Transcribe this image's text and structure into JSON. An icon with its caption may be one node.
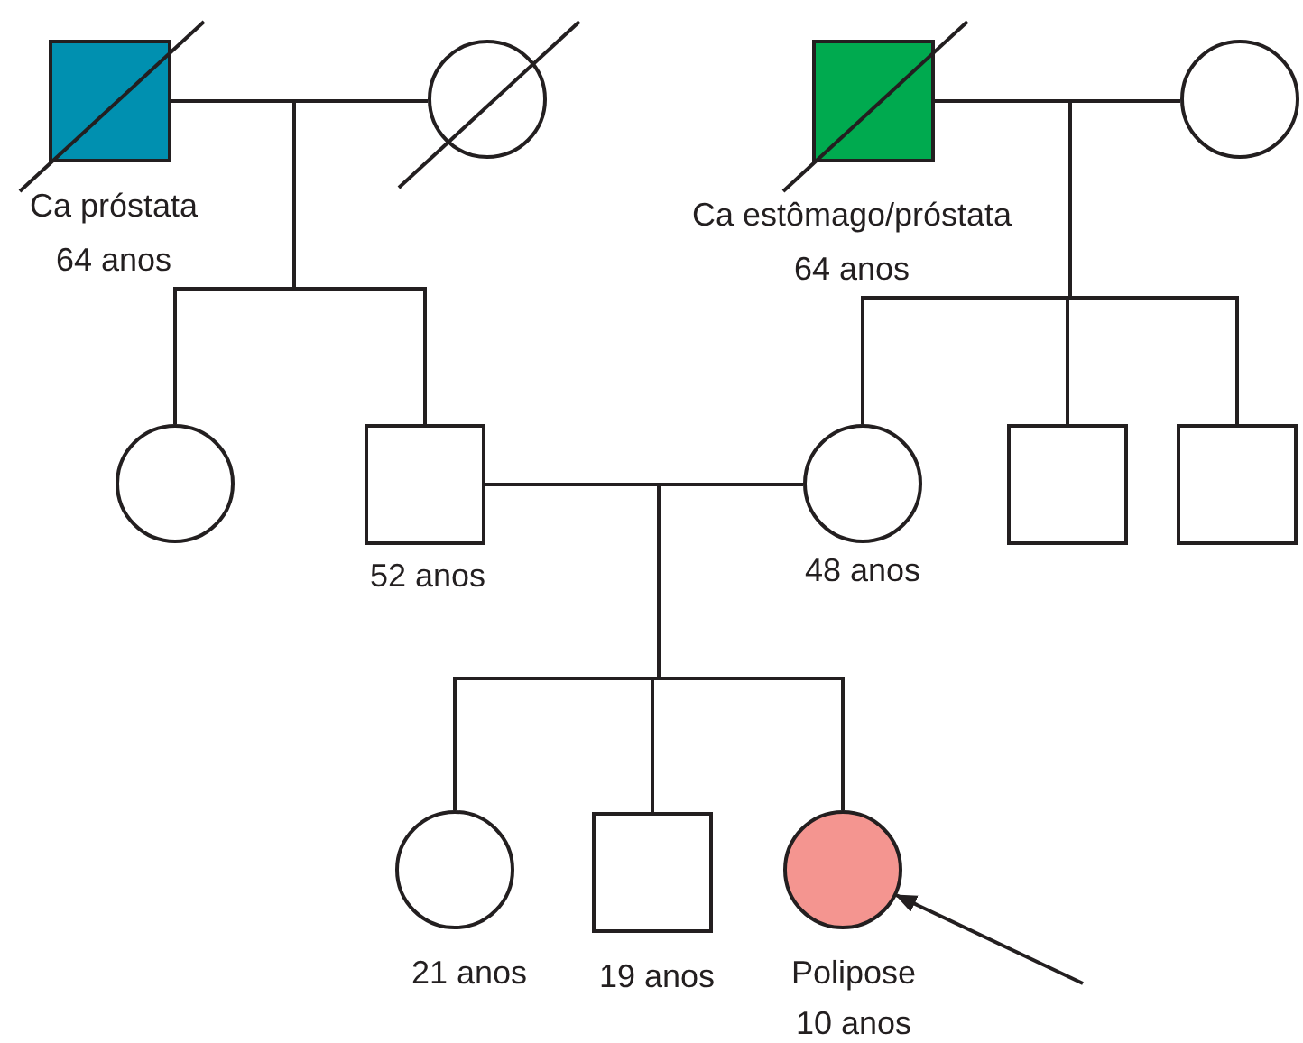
{
  "diagram": {
    "nodes": [
      {
        "text": [],
        "shape": "box",
        "beside": [
          "Ca próstata",
          "64 anos"
        ]
      },
      {
        "text": [],
        "shape": "circle"
      },
      {
        "text": [],
        "shape": "box",
        "beside": [
          "Ca estômago/próstata",
          "64 anos"
        ]
      },
      {
        "text": [],
        "shape": "circle"
      },
      {
        "text": [],
        "shape": "circle"
      },
      {
        "text": [],
        "shape": "box",
        "beside": [
          "52 anos"
        ]
      },
      {
        "text": [],
        "shape": "circle",
        "beside": [
          "48 anos"
        ]
      },
      {
        "text": [],
        "shape": "box"
      },
      {
        "text": [],
        "shape": "box"
      },
      {
        "text": [],
        "shape": "circle",
        "beside": [
          "21 anos"
        ]
      },
      {
        "text": [],
        "shape": "box",
        "beside": [
          "19 anos"
        ]
      },
      {
        "text": [],
        "shape": "circle",
        "beside": [
          "Polipose",
          "10 anos"
        ]
      }
    ],
    "edges": [
      {
        "from": 0,
        "to": 1,
        "arrow": "none"
      },
      {
        "from": 0,
        "to": 4,
        "arrow": "none"
      },
      {
        "from": 0,
        "to": 5,
        "arrow": "none"
      },
      {
        "from": 2,
        "to": 3,
        "arrow": "none"
      },
      {
        "from": 2,
        "to": 6,
        "arrow": "none"
      },
      {
        "from": 2,
        "to": 7,
        "arrow": "none"
      },
      {
        "from": 2,
        "to": 8,
        "arrow": "none"
      },
      {
        "from": 5,
        "to": 6,
        "arrow": "none"
      },
      {
        "from": 5,
        "to": 9,
        "arrow": "none"
      },
      {
        "from": 5,
        "to": 10,
        "arrow": "none"
      },
      {
        "from": 5,
        "to": 11,
        "arrow": "none"
      },
      {
        "from": null,
        "to": 11,
        "arrow": "to"
      }
    ]
  }
}
